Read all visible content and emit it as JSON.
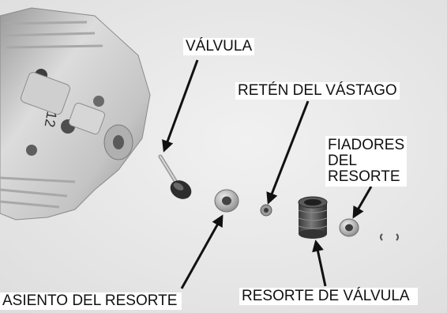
{
  "labels": {
    "valvula": "VÁLVULA",
    "reten": "RETÉN DEL VÁSTAGO",
    "fiadores": [
      "FIADORES",
      "DEL",
      "RESORTE"
    ],
    "asiento": "ASIENTO DEL RESORTE",
    "resorte_valvula": "RESORTE DE VÁLVULA"
  },
  "head_marking": "12",
  "colors": {
    "background": "#ececec",
    "metal_light": "#e2e2e2",
    "metal_mid": "#b5b5b5",
    "metal_dark": "#4a4a4a",
    "label_text": "#111111",
    "arrow": "#111111"
  }
}
